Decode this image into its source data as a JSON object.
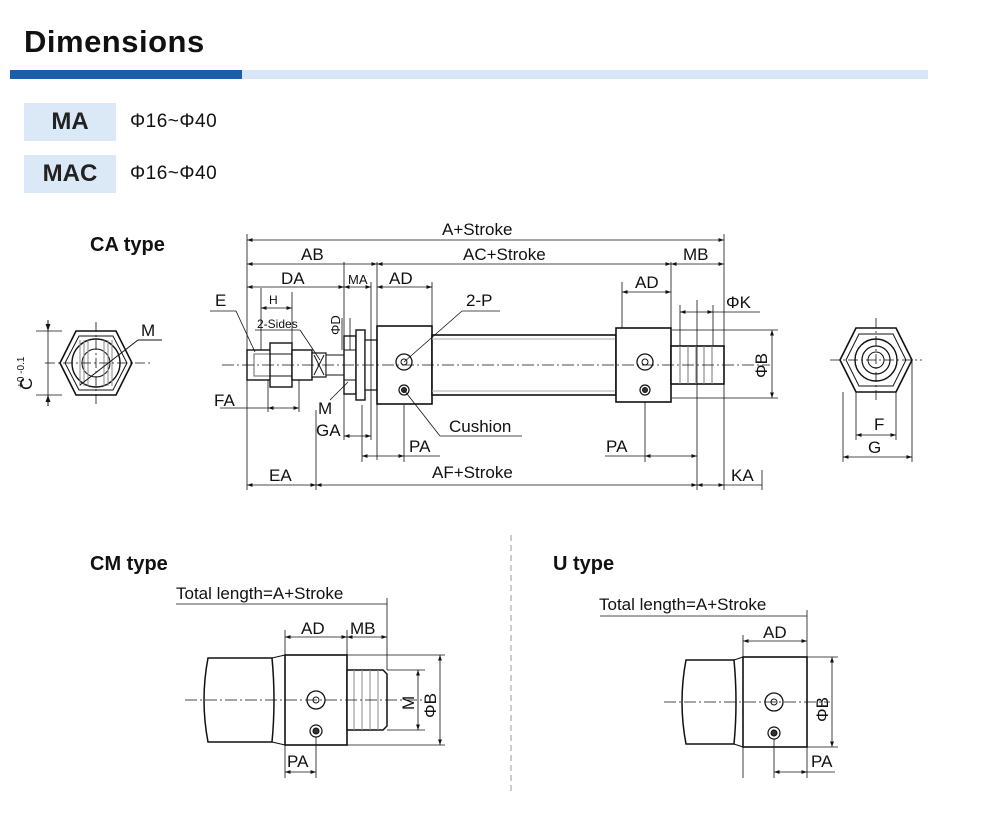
{
  "header": {
    "title": "Dimensions"
  },
  "models": [
    {
      "code": "MA",
      "range": "Φ16~Φ40"
    },
    {
      "code": "MAC",
      "range": "Φ16~Φ40"
    }
  ],
  "sections": {
    "ca": {
      "title": "CA type"
    },
    "cm": {
      "title": "CM type"
    },
    "u": {
      "title": "U type"
    }
  },
  "ca_labels": {
    "a_stroke": "A+Stroke",
    "ab": "AB",
    "ac_stroke": "AC+Stroke",
    "mb": "MB",
    "da": "DA",
    "ma": "MA",
    "ad_left": "AD",
    "ad_right": "AD",
    "e": "E",
    "h": "H",
    "two_sides": "2-Sides",
    "phi_d": "ΦD",
    "two_p": "2-P",
    "phi_k": "ΦK",
    "phi_b": "ΦB",
    "fa": "FA",
    "m": "M",
    "ga": "GA",
    "pa_left": "PA",
    "cushion": "Cushion",
    "pa_right": "PA",
    "ea": "EA",
    "af_stroke": "AF+Stroke",
    "ka": "KA",
    "c": "C",
    "c_tol": "+0 -0.1",
    "m_front": "M",
    "f": "F",
    "g": "G"
  },
  "cm_labels": {
    "total": "Total length=A+Stroke",
    "ad": "AD",
    "mb": "MB",
    "m": "M",
    "phi_b": "ΦB",
    "pa": "PA"
  },
  "u_labels": {
    "total": "Total length=A+Stroke",
    "ad": "AD",
    "phi_b": "ΦB",
    "pa": "PA"
  }
}
